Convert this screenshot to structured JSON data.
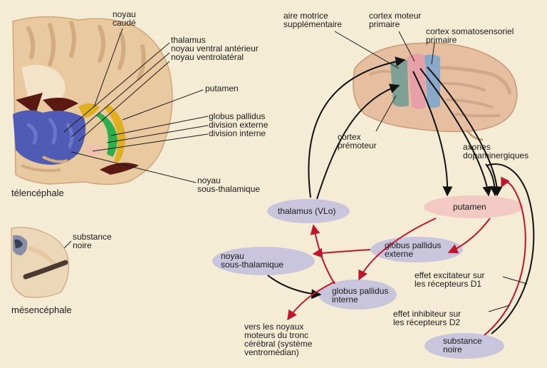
{
  "labels": {
    "noyau_caude": "noyau\ncaudé",
    "thalamus_group": "thalamus\nnoyau ventral antérieur\nnoyau ventrolatéral",
    "putamen_anat": "putamen",
    "globus_group": "globus pallidus\ndivision externe\ndivision interne",
    "noyau_sous_thal_anat": "noyau\nsous-thalamique",
    "telencephale": "télencéphale",
    "substance_noire_anat": "substance\nnoire",
    "mesencephale": "mésencéphale",
    "aire_motrice": "aire motrice\nsupplémentaire",
    "cortex_moteur": "cortex moteur\nprimaire",
    "cortex_somato": "cortex somatosensoriel\nprimaire",
    "cortex_premoteur": "cortex\nprémoteur",
    "axones": "axones\ndopaminergiques",
    "effet_excit": "effet excitateur sur\nles récepteurs D1",
    "effet_inhib": "effet inhibiteur sur\nles récepteurs D2",
    "vers_noyaux": "vers les noyaux\nmoteurs du tronc\ncérébral (système\nventromédian)"
  },
  "nodes": {
    "thalamus_vlo": "thalamus (VLo)",
    "putamen": "putamen",
    "globus_externe": "globus pallidus\nexterne",
    "noyau_sous_thal": "noyau\nsous-thalamique",
    "globus_interne": "globus pallidus\ninterne",
    "substance_noire": "substance\nnoire"
  },
  "colors": {
    "background": "#f5ecd5",
    "node_lavender": "#c9c5dd",
    "node_pink": "#f3c9c3",
    "excitatory_arrow": "#111111",
    "inhibitory_arrow": "#c0152a",
    "thalamus_blue": "#4f5bb5",
    "putamen_green": "#2db04b",
    "caudate_gold": "#e0b020"
  }
}
